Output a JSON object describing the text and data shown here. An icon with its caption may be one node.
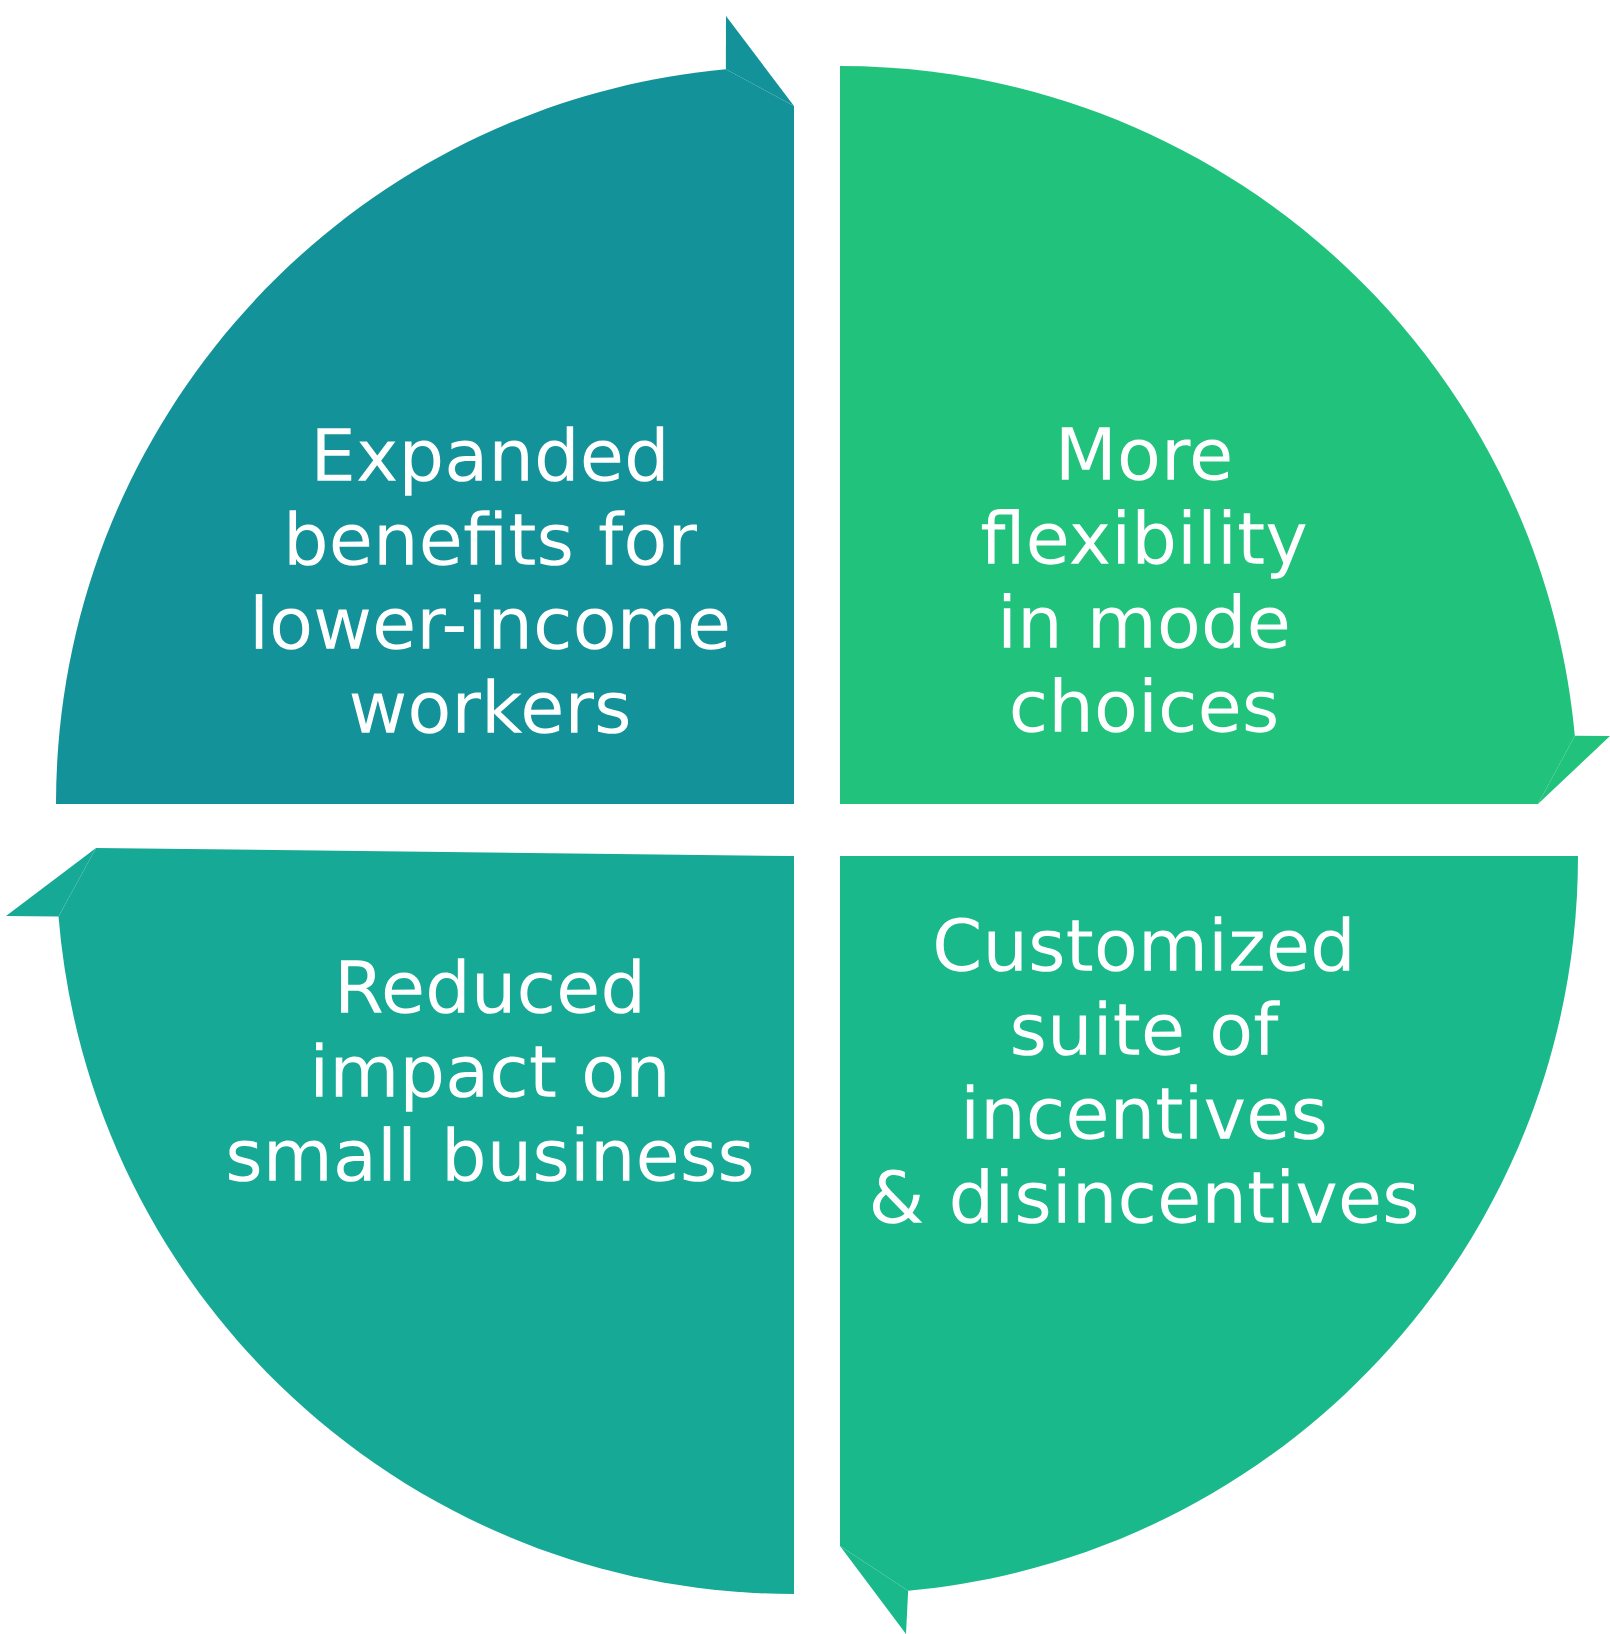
{
  "diagram": {
    "nodes": [
      {
        "text": [
          "Expanded benefits for lower-income workers"
        ]
      },
      {
        "text": [
          "More flexibility in mode choices"
        ]
      },
      {
        "text": [
          "Reduced impact on small business"
        ]
      },
      {
        "text": [
          "Customized suite of incentives & disincentives"
        ]
      }
    ],
    "edges": [
      {
        "from": 0,
        "to": 1,
        "arrow": "to",
        "color": "#139399"
      },
      {
        "from": 1,
        "to": 3,
        "arrow": "to",
        "color": "#21c27b"
      },
      {
        "from": 3,
        "to": 2,
        "arrow": "to",
        "color": "#1ab98c"
      },
      {
        "from": 2,
        "to": 0,
        "arrow": "to",
        "color": "#16a996"
      }
    ]
  }
}
